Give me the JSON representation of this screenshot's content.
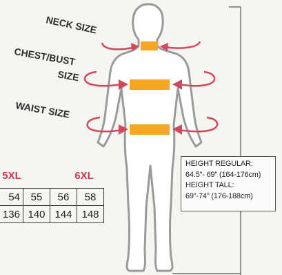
{
  "labels": {
    "neck": "NECK SIZE",
    "chest_line1": "CHEST/BUST",
    "chest_line2": "SIZE",
    "waist": "WAIST SIZE"
  },
  "size_headers": [
    "5XL",
    "6XL"
  ],
  "size_table": {
    "rows": [
      [
        "54",
        "55",
        "56",
        "58"
      ],
      [
        "136",
        "140",
        "144",
        "148"
      ]
    ]
  },
  "height_box": {
    "regular_label": "HEIGHT REGULAR:",
    "regular_value": "64.5\"- 69\" (164-176cm)",
    "tall_label": "HEIGHT TALL:",
    "tall_value": "69\"-74\" (176-188cm)"
  },
  "colors": {
    "arrow": "#d0485a",
    "band": "#f5a623",
    "outline": "#9a9a9a",
    "header_red": "#c53a4c"
  }
}
